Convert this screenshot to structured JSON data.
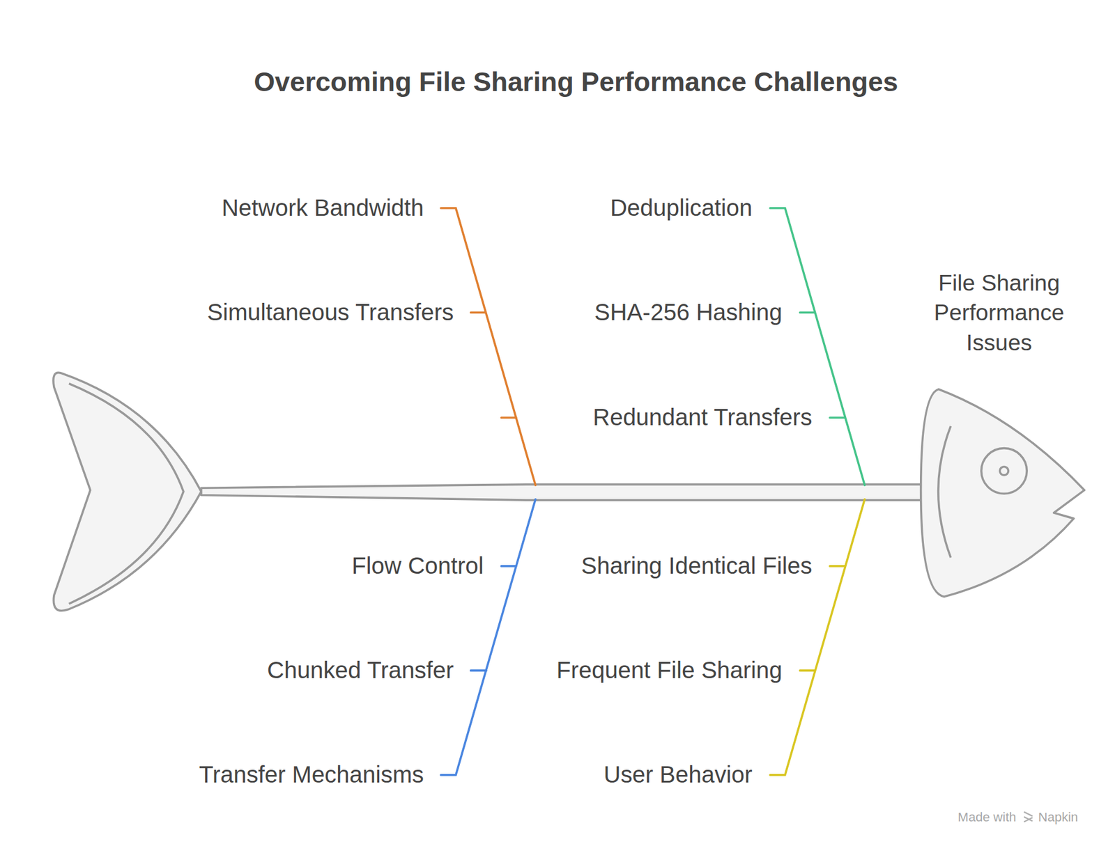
{
  "diagram": {
    "title": "Overcoming File Sharing Performance Challenges",
    "nodes": [
      {
        "text": [
          "File Sharing Performance Issues"
        ]
      }
    ],
    "labels": [
      "Network Bandwidth",
      "Simultaneous Transfers",
      "Deduplication",
      "SHA-256 Hashing",
      "Redundant Transfers",
      "Flow Control",
      "Chunked Transfer",
      "Transfer Mechanisms",
      "Sharing Identical Files",
      "Frequent File Sharing",
      "User Behavior",
      "Made with",
      "Napkin"
    ]
  }
}
